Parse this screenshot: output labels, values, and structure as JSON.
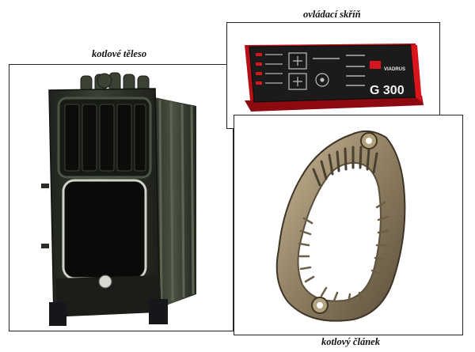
{
  "captions": {
    "boiler_body": "kotlové těleso",
    "control_box": "ovládací skříň",
    "boiler_section": "kotlový článek"
  },
  "control_box": {
    "brand": "VIADRUS",
    "model": "G 300"
  },
  "colors": {
    "boiler_dark": "#2d3227",
    "panel_red": "#d8141c",
    "panel_black": "#1a1a1a",
    "section_casting": "#9a8a6e"
  }
}
